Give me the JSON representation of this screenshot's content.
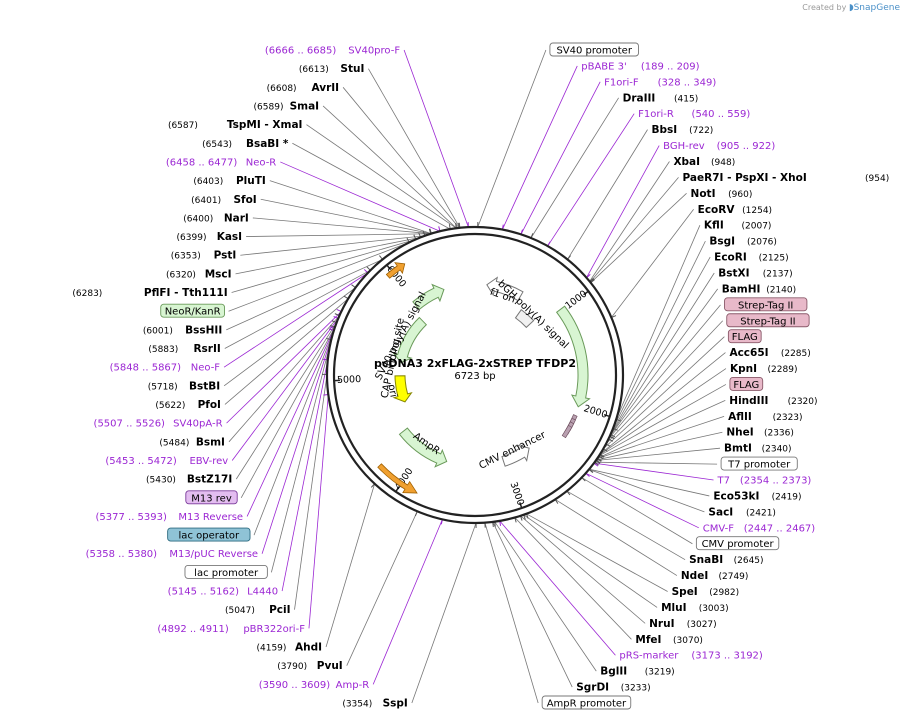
{
  "credit": {
    "prefix": "Created by",
    "brand": "SnapGene"
  },
  "plasmid": {
    "name": "pcDNA3 2xFLAG-2xSTREP TFDP2",
    "length": "6723 bp"
  },
  "ticks": [
    {
      "bp": 1000,
      "label": "1000"
    },
    {
      "bp": 2000,
      "label": "2000"
    },
    {
      "bp": 3000,
      "label": "3000"
    },
    {
      "bp": 4000,
      "label": "4000"
    },
    {
      "bp": 5000,
      "label": "5000"
    },
    {
      "bp": 6000,
      "label": "6000"
    }
  ],
  "labels": [
    {
      "kind": "primer",
      "name": "SV40pro-F",
      "pos": "(6666 .. 6685)",
      "side": "L",
      "bp": 6675
    },
    {
      "kind": "enz",
      "name": "StuI",
      "pos": "(6613)",
      "side": "L",
      "bp": 6613
    },
    {
      "kind": "enz",
      "name": "AvrII",
      "pos": "(6608)",
      "side": "L",
      "bp": 6608
    },
    {
      "kind": "enz",
      "name": "SmaI",
      "pos": "(6589)",
      "side": "L",
      "bp": 6589
    },
    {
      "kind": "enz",
      "name": "TspMI   - XmaI",
      "pos": "(6587)",
      "side": "L",
      "bp": 6587
    },
    {
      "kind": "enz",
      "name": "BsaBI *",
      "pos": "(6543)",
      "side": "L",
      "bp": 6543
    },
    {
      "kind": "primer",
      "name": "Neo-R",
      "pos": "(6458 .. 6477)",
      "side": "L",
      "bp": 6467
    },
    {
      "kind": "enz",
      "name": "PluTI",
      "pos": "(6403)",
      "side": "L",
      "bp": 6403
    },
    {
      "kind": "enz",
      "name": "SfoI",
      "pos": "(6401)",
      "side": "L",
      "bp": 6401
    },
    {
      "kind": "enz",
      "name": "NarI",
      "pos": "(6400)",
      "side": "L",
      "bp": 6400
    },
    {
      "kind": "enz",
      "name": "KasI",
      "pos": "(6399)",
      "side": "L",
      "bp": 6399
    },
    {
      "kind": "enz",
      "name": "PstI",
      "pos": "(6353)",
      "side": "L",
      "bp": 6353
    },
    {
      "kind": "enz",
      "name": "MscI",
      "pos": "(6320)",
      "side": "L",
      "bp": 6320
    },
    {
      "kind": "enz",
      "name": "PflFI   - Tth111I",
      "pos": "(6283)",
      "side": "L",
      "bp": 6283
    },
    {
      "kind": "box",
      "name": "NeoR/KanR",
      "pos": "",
      "side": "L",
      "bp": 6230,
      "fill": "#d8f5d2",
      "stroke": "#6a9a5a"
    },
    {
      "kind": "enz",
      "name": "BssHII",
      "pos": "(6001)",
      "side": "L",
      "bp": 6001
    },
    {
      "kind": "enz",
      "name": "RsrII",
      "pos": "(5883)",
      "side": "L",
      "bp": 5883
    },
    {
      "kind": "primer",
      "name": "Neo-F",
      "pos": "(5848 .. 5867)",
      "side": "L",
      "bp": 5857
    },
    {
      "kind": "enz",
      "name": "BstBI",
      "pos": "(5718)",
      "side": "L",
      "bp": 5718
    },
    {
      "kind": "enz",
      "name": "PfoI",
      "pos": "(5622)",
      "side": "L",
      "bp": 5622
    },
    {
      "kind": "primer",
      "name": "SV40pA-R",
      "pos": "(5507 .. 5526)",
      "side": "L",
      "bp": 5516
    },
    {
      "kind": "enz",
      "name": "BsmI",
      "pos": "(5484)",
      "side": "L",
      "bp": 5484
    },
    {
      "kind": "primer",
      "name": "EBV-rev",
      "pos": "(5453 .. 5472)",
      "side": "L",
      "bp": 5462
    },
    {
      "kind": "enz",
      "name": "BstZ17I",
      "pos": "(5430)",
      "side": "L",
      "bp": 5430
    },
    {
      "kind": "box",
      "name": "M13 rev",
      "pos": "",
      "side": "L",
      "bp": 5395,
      "fill": "#e3bdf0",
      "stroke": "#7a3a9a"
    },
    {
      "kind": "primer",
      "name": "M13 Reverse",
      "pos": "(5377 .. 5393)",
      "side": "L",
      "bp": 5385
    },
    {
      "kind": "box",
      "name": "lac operator",
      "pos": "",
      "side": "L",
      "bp": 5370,
      "fill": "#8fc3d6",
      "stroke": "#2d6b80"
    },
    {
      "kind": "primer",
      "name": "M13/pUC Reverse",
      "pos": "(5358 .. 5380)",
      "side": "L",
      "bp": 5369
    },
    {
      "kind": "box",
      "name": "lac promoter",
      "pos": "",
      "side": "L",
      "bp": 5300,
      "fill": "#ffffff",
      "stroke": "#777777"
    },
    {
      "kind": "primer",
      "name": "L4440",
      "pos": "(5145 .. 5162)",
      "side": "L",
      "bp": 5153
    },
    {
      "kind": "enz",
      "name": "PciI",
      "pos": "(5047)",
      "side": "L",
      "bp": 5047
    },
    {
      "kind": "primer",
      "name": "pBR322ori-F",
      "pos": "(4892 .. 4911)",
      "side": "L",
      "bp": 4901
    },
    {
      "kind": "enz",
      "name": "AhdI",
      "pos": "(4159)",
      "side": "L",
      "bp": 4159
    },
    {
      "kind": "enz",
      "name": "PvuI",
      "pos": "(3790)",
      "side": "L",
      "bp": 3790
    },
    {
      "kind": "primer",
      "name": "Amp-R",
      "pos": "(3590 .. 3609)",
      "side": "L",
      "bp": 3599
    },
    {
      "kind": "enz",
      "name": "SspI",
      "pos": "(3354)",
      "side": "L",
      "bp": 3354
    },
    {
      "kind": "box",
      "name": "SV40 promoter",
      "pos": "",
      "side": "R",
      "bp": 20,
      "fill": "#ffffff",
      "stroke": "#777777"
    },
    {
      "kind": "primer",
      "name": "pBABE 3'",
      "pos": "(189 .. 209)",
      "side": "R",
      "bp": 199
    },
    {
      "kind": "primer",
      "name": "F1ori-F",
      "pos": "(328 .. 349)",
      "side": "R",
      "bp": 338
    },
    {
      "kind": "enz",
      "name": "DraIII",
      "pos": "(415)",
      "side": "R",
      "bp": 415
    },
    {
      "kind": "primer",
      "name": "F1ori-R",
      "pos": "(540 .. 559)",
      "side": "R",
      "bp": 549
    },
    {
      "kind": "enz",
      "name": "BbsI",
      "pos": "(722)",
      "side": "R",
      "bp": 722
    },
    {
      "kind": "primer",
      "name": "BGH-rev",
      "pos": "(905 .. 922)",
      "side": "R",
      "bp": 913
    },
    {
      "kind": "enz",
      "name": "XbaI",
      "pos": "(948)",
      "side": "R",
      "bp": 948
    },
    {
      "kind": "enz",
      "name": "PaeR7I   - PspXI   - XhoI",
      "pos": "(954)",
      "side": "R",
      "bp": 954
    },
    {
      "kind": "enz",
      "name": "NotI",
      "pos": "(960)",
      "side": "R",
      "bp": 960
    },
    {
      "kind": "enz",
      "name": "EcoRV",
      "pos": "(1254)",
      "side": "R",
      "bp": 1254
    },
    {
      "kind": "enz",
      "name": "KflI",
      "pos": "(2007)",
      "side": "R",
      "bp": 2007
    },
    {
      "kind": "enz",
      "name": "BsgI",
      "pos": "(2076)",
      "side": "R",
      "bp": 2076
    },
    {
      "kind": "enz",
      "name": "EcoRI",
      "pos": "(2125)",
      "side": "R",
      "bp": 2125
    },
    {
      "kind": "enz",
      "name": "BstXI",
      "pos": "(2137)",
      "side": "R",
      "bp": 2137
    },
    {
      "kind": "enz",
      "name": "BamHI",
      "pos": "(2140)",
      "side": "R",
      "bp": 2140
    },
    {
      "kind": "box",
      "name": "Strep-Tag II",
      "pos": "",
      "side": "R",
      "bp": 2160,
      "fill": "#e8b9c9",
      "stroke": "#8a5a6a"
    },
    {
      "kind": "box",
      "name": "Strep-Tag II",
      "pos": "",
      "side": "R",
      "bp": 2200,
      "fill": "#e8b9c9",
      "stroke": "#8a5a6a"
    },
    {
      "kind": "box",
      "name": "FLAG",
      "pos": "",
      "side": "R",
      "bp": 2240,
      "fill": "#e8b9c9",
      "stroke": "#8a5a6a"
    },
    {
      "kind": "enz",
      "name": "Acc65I",
      "pos": "(2285)",
      "side": "R",
      "bp": 2285
    },
    {
      "kind": "enz",
      "name": "KpnI",
      "pos": "(2289)",
      "side": "R",
      "bp": 2289
    },
    {
      "kind": "box",
      "name": "FLAG",
      "pos": "",
      "side": "R",
      "bp": 2300,
      "fill": "#e8b9c9",
      "stroke": "#8a5a6a"
    },
    {
      "kind": "enz",
      "name": "HindIII",
      "pos": "(2320)",
      "side": "R",
      "bp": 2320
    },
    {
      "kind": "enz",
      "name": "AflII",
      "pos": "(2323)",
      "side": "R",
      "bp": 2323
    },
    {
      "kind": "enz",
      "name": "NheI",
      "pos": "(2336)",
      "side": "R",
      "bp": 2336
    },
    {
      "kind": "enz",
      "name": "BmtI",
      "pos": "(2340)",
      "side": "R",
      "bp": 2340
    },
    {
      "kind": "box",
      "name": "T7 promoter",
      "pos": "",
      "side": "R",
      "bp": 2355,
      "fill": "#ffffff",
      "stroke": "#777777"
    },
    {
      "kind": "primer",
      "name": "T7",
      "pos": "(2354 .. 2373)",
      "side": "R",
      "bp": 2363
    },
    {
      "kind": "enz",
      "name": "Eco53kI",
      "pos": "(2419)",
      "side": "R",
      "bp": 2419
    },
    {
      "kind": "enz",
      "name": "SacI",
      "pos": "(2421)",
      "side": "R",
      "bp": 2421
    },
    {
      "kind": "primer",
      "name": "CMV-F",
      "pos": "(2447 .. 2467)",
      "side": "R",
      "bp": 2457
    },
    {
      "kind": "box",
      "name": "CMV promoter",
      "pos": "",
      "side": "R",
      "bp": 2500,
      "fill": "#ffffff",
      "stroke": "#777777"
    },
    {
      "kind": "enz",
      "name": "SnaBI",
      "pos": "(2645)",
      "side": "R",
      "bp": 2645
    },
    {
      "kind": "enz",
      "name": "NdeI",
      "pos": "(2749)",
      "side": "R",
      "bp": 2749
    },
    {
      "kind": "enz",
      "name": "SpeI",
      "pos": "(2982)",
      "side": "R",
      "bp": 2982
    },
    {
      "kind": "enz",
      "name": "MluI",
      "pos": "(3003)",
      "side": "R",
      "bp": 3003
    },
    {
      "kind": "enz",
      "name": "NruI",
      "pos": "(3027)",
      "side": "R",
      "bp": 3027
    },
    {
      "kind": "enz",
      "name": "MfeI",
      "pos": "(3070)",
      "side": "R",
      "bp": 3070
    },
    {
      "kind": "primer",
      "name": "pRS-marker",
      "pos": "(3173 .. 3192)",
      "side": "R",
      "bp": 3182
    },
    {
      "kind": "enz",
      "name": "BglII",
      "pos": "(3219)",
      "side": "R",
      "bp": 3219
    },
    {
      "kind": "enz",
      "name": "SgrDI",
      "pos": "(3233)",
      "side": "R",
      "bp": 3233
    },
    {
      "kind": "box",
      "name": "AmpR promoter",
      "pos": "",
      "side": "R",
      "bp": 3290,
      "fill": "#ffffff",
      "stroke": "#777777"
    }
  ],
  "features": [
    {
      "name": "SV40 poly(A) signal",
      "start": 5220,
      "end": 5900,
      "dir": -1,
      "ring": 2,
      "fill": "#d8f5d2",
      "stroke": "#6a9a5a"
    },
    {
      "name": "f1 ori",
      "start": 140,
      "end": 560,
      "dir": -1,
      "ring": 1,
      "fill": "#ffffff",
      "stroke": "#777777"
    },
    {
      "name": "bGH poly(A) signal",
      "start": 660,
      "end": 880,
      "dir": 0,
      "ring": 2,
      "fill": "#f1f1f1",
      "stroke": "#777777"
    },
    {
      "name": "",
      "start": 980,
      "end": 2000,
      "dir": 1,
      "ring": 0,
      "fill": "#d8f5d2",
      "stroke": "#6a9a5a"
    },
    {
      "name": "CMV enhancer",
      "start": 2680,
      "end": 3020,
      "dir": -1,
      "ring": 1,
      "fill": "#ffffff",
      "stroke": "#777777"
    },
    {
      "name": "AmpR",
      "start": 3700,
      "end": 4330,
      "dir": -1,
      "ring": 1,
      "fill": "#d8f5d2",
      "stroke": "#6a9a5a"
    },
    {
      "name": "ori",
      "start": 4650,
      "end": 5030,
      "dir": -1,
      "ring": 2,
      "fill": "#ffff00",
      "stroke": "#888800"
    },
    {
      "name": "",
      "start": 5970,
      "end": 6350,
      "dir": 1,
      "ring": 1,
      "fill": "#d8f5d2",
      "stroke": "#6a9a5a"
    }
  ],
  "arcLabels": [
    {
      "text": "SV40 poly(A) signal",
      "bp": 5560
    },
    {
      "text": "f1 ori",
      "bp": 360
    },
    {
      "text": "bGH poly(A) signal",
      "bp": 820
    },
    {
      "text": "CMV enhancer",
      "bp": 2870
    },
    {
      "text": "AmpR",
      "bp": 4020
    },
    {
      "text": "ori",
      "bp": 4840
    },
    {
      "text": "CAP binding site",
      "bp": 5260
    }
  ]
}
